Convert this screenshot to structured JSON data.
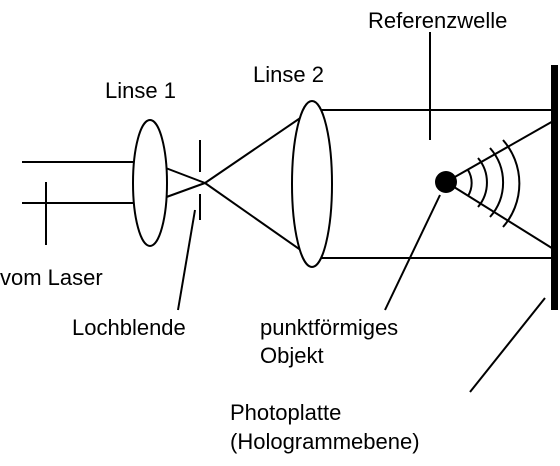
{
  "labels": {
    "referenzwelle": "Referenzwelle",
    "linse1": "Linse 1",
    "linse2": "Linse 2",
    "vom_laser": "vom Laser",
    "lochblende": "Lochblende",
    "objekt_line1": "punktförmiges",
    "objekt_line2": "Objekt",
    "photoplatte_line1": "Photoplatte",
    "photoplatte_line2": "(Hologrammebene)"
  }
}
